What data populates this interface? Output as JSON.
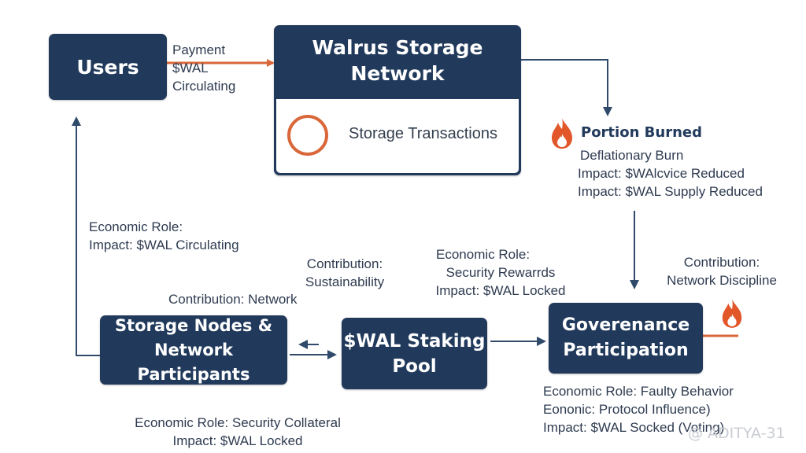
{
  "colors": {
    "box_fill": "#213a5c",
    "arrow_dark": "#2f4a6a",
    "arrow_orange": "#d9673a",
    "flame": "#e2572a",
    "ring": "#d9673a"
  },
  "users": {
    "label": "Users"
  },
  "payment_edge": {
    "line1": "Payment",
    "line2": "$WAL",
    "line3": "Circulating"
  },
  "walrus": {
    "title_line1": "Walrus Storage",
    "title_line2": "Network",
    "transactions_label": "Storage Transactions",
    "ring_icon": "circle-ring-icon"
  },
  "burn": {
    "icon": "flame-icon",
    "title": "Portion Burned",
    "line1": "Deflationary Burn",
    "line2": "Impact: $WAlcvice Reduced",
    "line3": "Impact: $WAL Supply Reduced"
  },
  "left_edge": {
    "line1": "Economic Role:",
    "line2": "Impact: $WAL Circulating"
  },
  "sustainability": {
    "line1": "Contribution:",
    "line2": "Sustainability"
  },
  "network_contribution": {
    "text": "Contribution: Network"
  },
  "staking_edge": {
    "line1": "Economic Role:",
    "line2": "Security Rewarrds",
    "line3": "Impact: $WAL Locked"
  },
  "discipline": {
    "line1": "Contribution:",
    "line2": "Network Discipline"
  },
  "nodes": {
    "line1": "Storage Nodes &",
    "line2": "Network Participants",
    "caption_line1": "Economic Role: Security Collateral",
    "caption_line2": "Impact: $WAL Locked"
  },
  "staking": {
    "line1": "$WAL Staking",
    "line2": "Pool"
  },
  "governance": {
    "line1": "Goverenance",
    "line2": "Participation",
    "icon": "flame-icon",
    "caption_line1": "Economic Role: Faulty Behavior",
    "caption_line2": "Eononic: Protocol Influence)",
    "caption_line3": "Impact: $WAL Socked (Voting)"
  },
  "watermark": {
    "text": "@ ADITYA-31"
  }
}
